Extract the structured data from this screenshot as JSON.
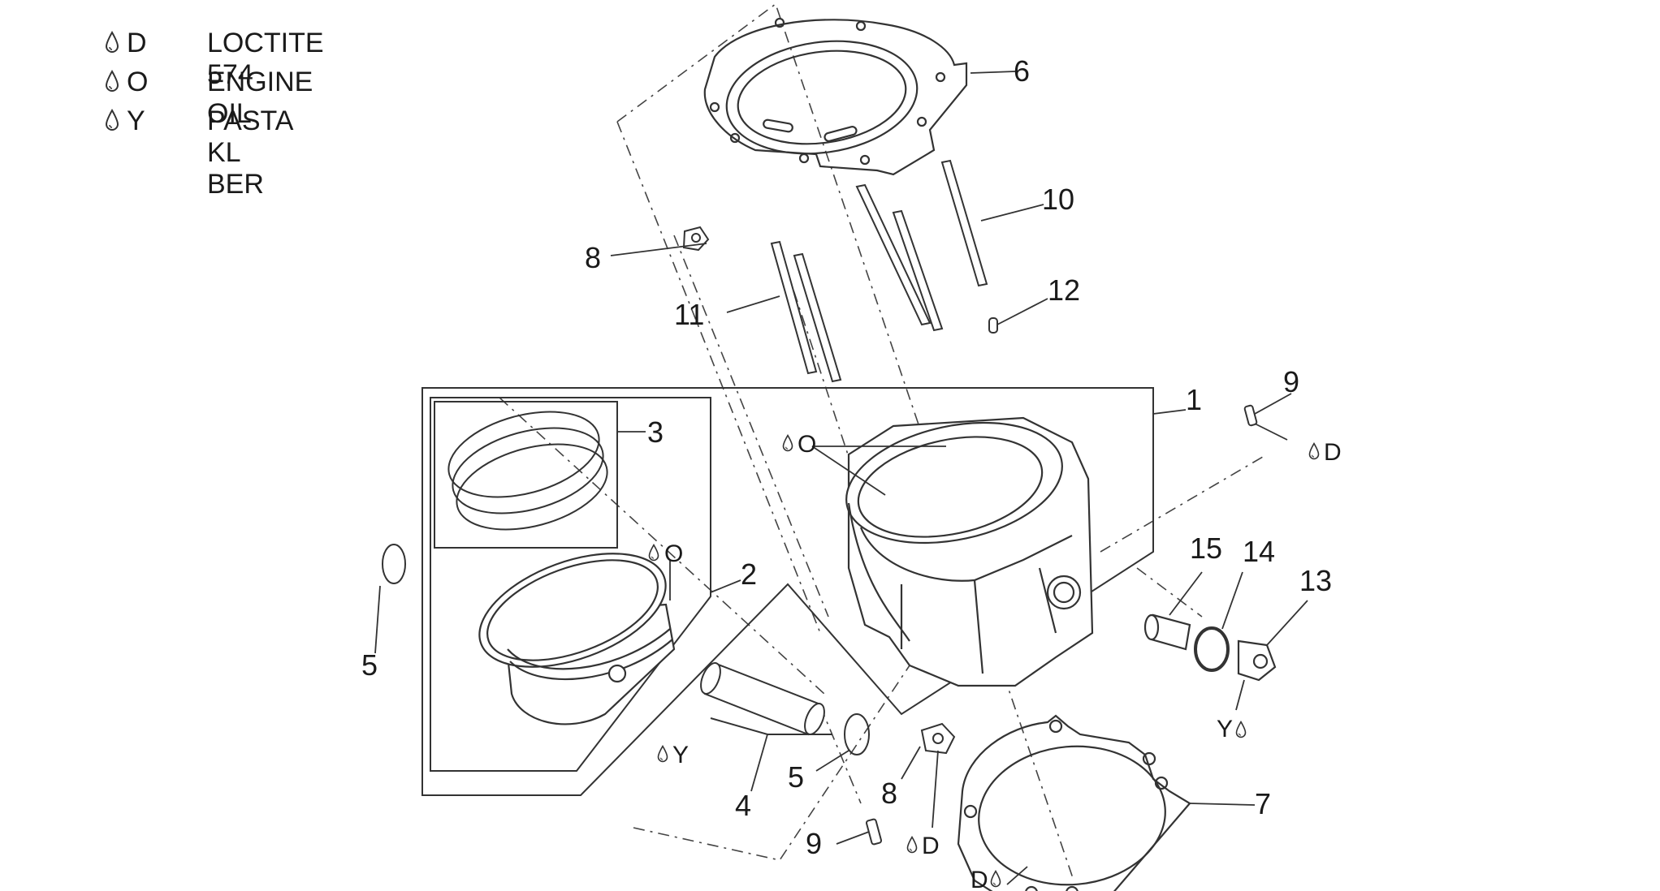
{
  "legend": [
    {
      "code": "D",
      "description": "LOCTITE 574"
    },
    {
      "code": "O",
      "description": "ENGINE OIL"
    },
    {
      "code": "Y",
      "description": "PASTA KL BER"
    }
  ],
  "callouts": {
    "c1": "1",
    "c2": "2",
    "c3": "3",
    "c4": "4",
    "c5a": "5",
    "c5b": "5",
    "c6": "6",
    "c7": "7",
    "c8a": "8",
    "c8b": "8",
    "c9a": "9",
    "c9b": "9",
    "c10": "10",
    "c11": "11",
    "c12": "12",
    "c13": "13",
    "c14": "14",
    "c15": "15"
  },
  "markers": {
    "oil_cylinder": "O",
    "oil_piston": "O",
    "paste_pin": "Y",
    "paste_plug": "Y",
    "loctite_bolt_top": "D",
    "loctite_bolt_bottom": "D",
    "loctite_gasket": "D"
  }
}
